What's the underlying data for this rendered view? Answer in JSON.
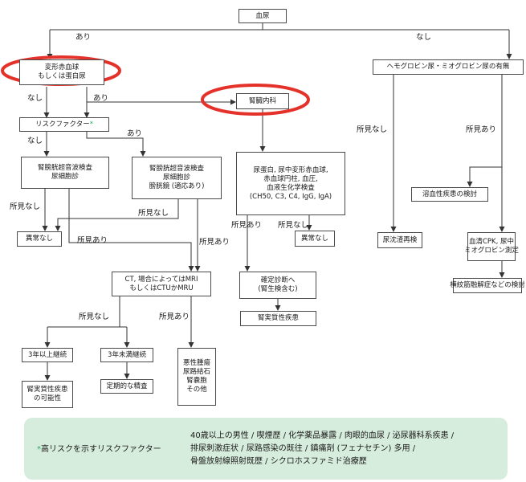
{
  "nodes": {
    "hematuria": "血尿",
    "dysmorphic_rbc": [
      "変形赤血球",
      "もしくは蛋白尿"
    ],
    "nephrology": "腎臓内科",
    "risk_factor": "リスクファクター",
    "risk_factor_mark": "*",
    "hb_mb": "ヘモグロビン尿・ミオグロビン尿の有無",
    "us_cyto_left": [
      "腎膀胱超音波検査",
      "尿細胞診"
    ],
    "us_cyto_right": [
      "腎膀胱超音波検査",
      "尿細胞診",
      "膀胱鏡 (適応あり)"
    ],
    "renal_tests": [
      "尿蛋白, 尿中変形赤血球,",
      "赤血球円柱, 血圧,",
      "血液生化学検査",
      "(CH50, C3, C4, IgG, IgA)"
    ],
    "hemolysis": "溶血性疾患の検討",
    "normal_left": "異常なし",
    "normal_mid": "異常なし",
    "urine_sediment": "尿沈渣再検",
    "cpk": [
      "血清CPK, 尿中",
      "ミオグロビン測定"
    ],
    "rhabdo": "横紋筋融解症などの検討",
    "ct_mri": [
      "CT, 場合によってはMRI",
      "もしくはCTUかMRU"
    ],
    "diagnosis": [
      "確定診断へ",
      "(腎生検含む)"
    ],
    "renal_parenchymal": "腎実質性疾患",
    "over3y": "3年以上継続",
    "under3y": "3年未満継続",
    "parenchymal_possible": [
      "腎実質性疾患",
      "の可能性"
    ],
    "regular_check": "定期的な精査",
    "disease_list": [
      "悪性腫瘍",
      "尿路結石",
      "腎嚢胞",
      "その他"
    ]
  },
  "labels": {
    "yes": "あり",
    "no": "なし",
    "finding_none": "所見なし",
    "finding_yes": "所見あり"
  },
  "legend": {
    "mark": "*",
    "title": "高リスクを示すリスクファクター",
    "lines": [
      "40歳以上の男性 / 喫煙歴 / 化学薬品暴露 / 肉眼的血尿 / 泌尿器科系疾患 /",
      "排尿刺激症状 / 尿路感染の既往 / 鎮痛剤 (フェナセチン) 多用 /",
      "骨盤放射線照射既歴 / シクロホスファミド治療歴"
    ]
  },
  "colors": {
    "highlight": "#e4322b",
    "legend_bg": "#d6ecdc",
    "accent": "#2eaa6a",
    "line": "#333333"
  }
}
